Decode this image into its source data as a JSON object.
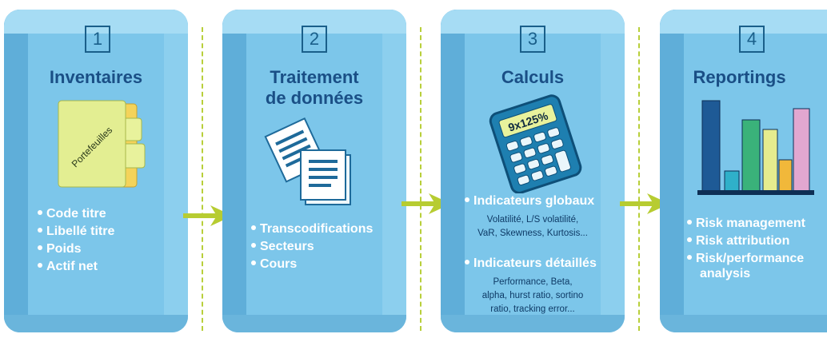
{
  "colors": {
    "panel": "#7cc6ea",
    "title": "#1a4f86",
    "arrow": "#b7cc31"
  },
  "steps": [
    {
      "number": "1",
      "title": "Inventaires",
      "icon": "folder-icon",
      "icon_label": "Portefeuilles",
      "items": [
        "Code titre",
        "Libellé titre",
        "Poids",
        "Actif net"
      ]
    },
    {
      "number": "2",
      "title_line1": "Traitement",
      "title_line2": "de données",
      "icon": "documents-icon",
      "items": [
        "Transcodifications",
        "Secteurs",
        "Cours"
      ]
    },
    {
      "number": "3",
      "title": "Calculs",
      "icon": "calculator-icon",
      "icon_label": "9x125%",
      "groups": [
        {
          "heading": "Indicateurs globaux",
          "details": [
            "Volatilité, L/S volatilité,",
            "VaR, Skewness, Kurtosis..."
          ]
        },
        {
          "heading": "Indicateurs détaillés",
          "details": [
            "Performance, Beta,",
            "alpha, hurst ratio, sortino",
            "ratio, tracking error..."
          ]
        }
      ]
    },
    {
      "number": "4",
      "title": "Reportings",
      "icon": "bar-chart-icon",
      "items": [
        "Risk management",
        "Risk attribution",
        "Risk/performance"
      ],
      "item_continuation": "analysis"
    }
  ]
}
